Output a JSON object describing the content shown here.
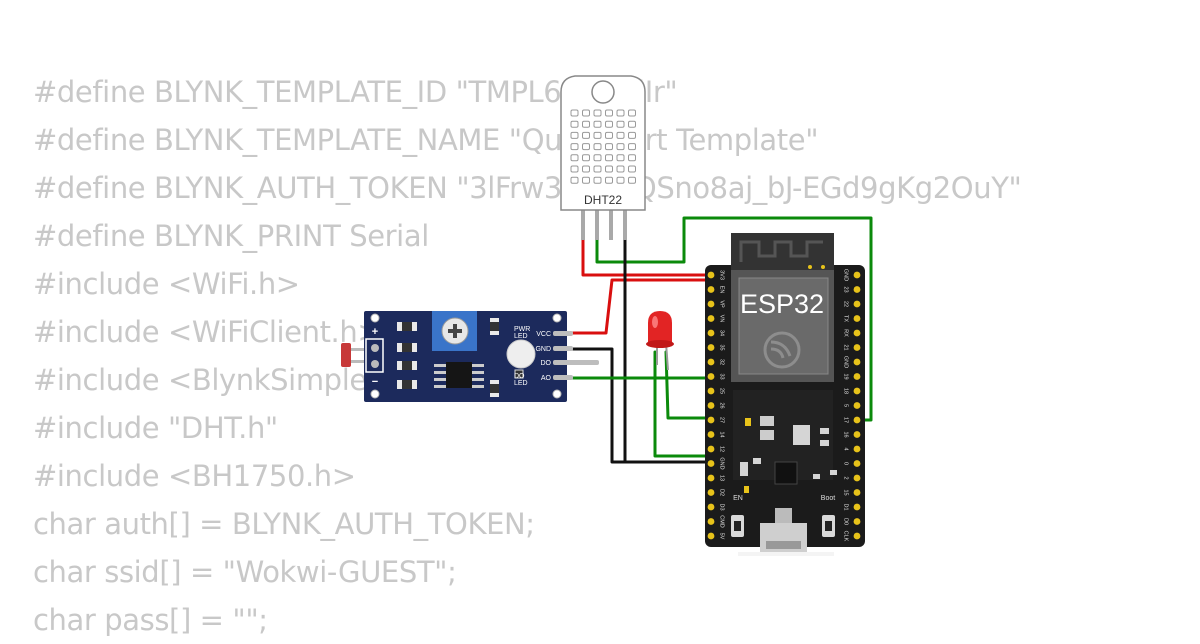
{
  "code_lines": [
    "#define BLYNK_TEMPLATE_ID \"TMPL6yH6ZjIr\"",
    "#define BLYNK_TEMPLATE_NAME \"Quickstart Template\"",
    "#define BLYNK_AUTH_TOKEN \"3lFrw3hFHFQSno8aj_bJ-EGd9gKg2OuY\"",
    "#define BLYNK_PRINT Serial",
    "#include <WiFi.h>",
    "#include <WiFiClient.h>",
    "#include <BlynkSimpleEsp32.h>",
    "#include \"DHT.h\"",
    "#include <BH1750.h>",
    "char auth[] = BLYNK_AUTH_TOKEN;",
    "char ssid[] = \"Wokwi-GUEST\";",
    "char pass[] = \"\";"
  ],
  "dht": {
    "label": "DHT22"
  },
  "esp32": {
    "label": "ESP32",
    "left_pins": [
      "3V3",
      "EN",
      "VP",
      "VN",
      "34",
      "35",
      "32",
      "33",
      "25",
      "26",
      "27",
      "14",
      "12",
      "GND",
      "13",
      "D2",
      "D3",
      "CMD",
      "5V"
    ],
    "right_pins": [
      "GND",
      "23",
      "22",
      "TX",
      "RX",
      "21",
      "GND",
      "19",
      "18",
      "5",
      "17",
      "16",
      "4",
      "0",
      "2",
      "15",
      "D1",
      "D0",
      "CLK"
    ],
    "button_en": "EN",
    "button_boot": "Boot"
  },
  "ldr_module": {
    "pins": [
      "VCC",
      "GND",
      "DO",
      "AO"
    ],
    "pwr_led_label": [
      "PWR",
      "LED"
    ],
    "do_led_label": [
      "DO",
      "LED"
    ],
    "plus": "+",
    "minus": "−"
  },
  "colors": {
    "code_text": "#c8c8c8",
    "wire_red": "#d90f0f",
    "wire_green": "#0b8a0b",
    "wire_black": "#111111",
    "board_black": "#1b1b1b",
    "pcb_blue": "#1c2a5c",
    "pin_gold": "#e8c31a",
    "led_red": "#e22424"
  }
}
